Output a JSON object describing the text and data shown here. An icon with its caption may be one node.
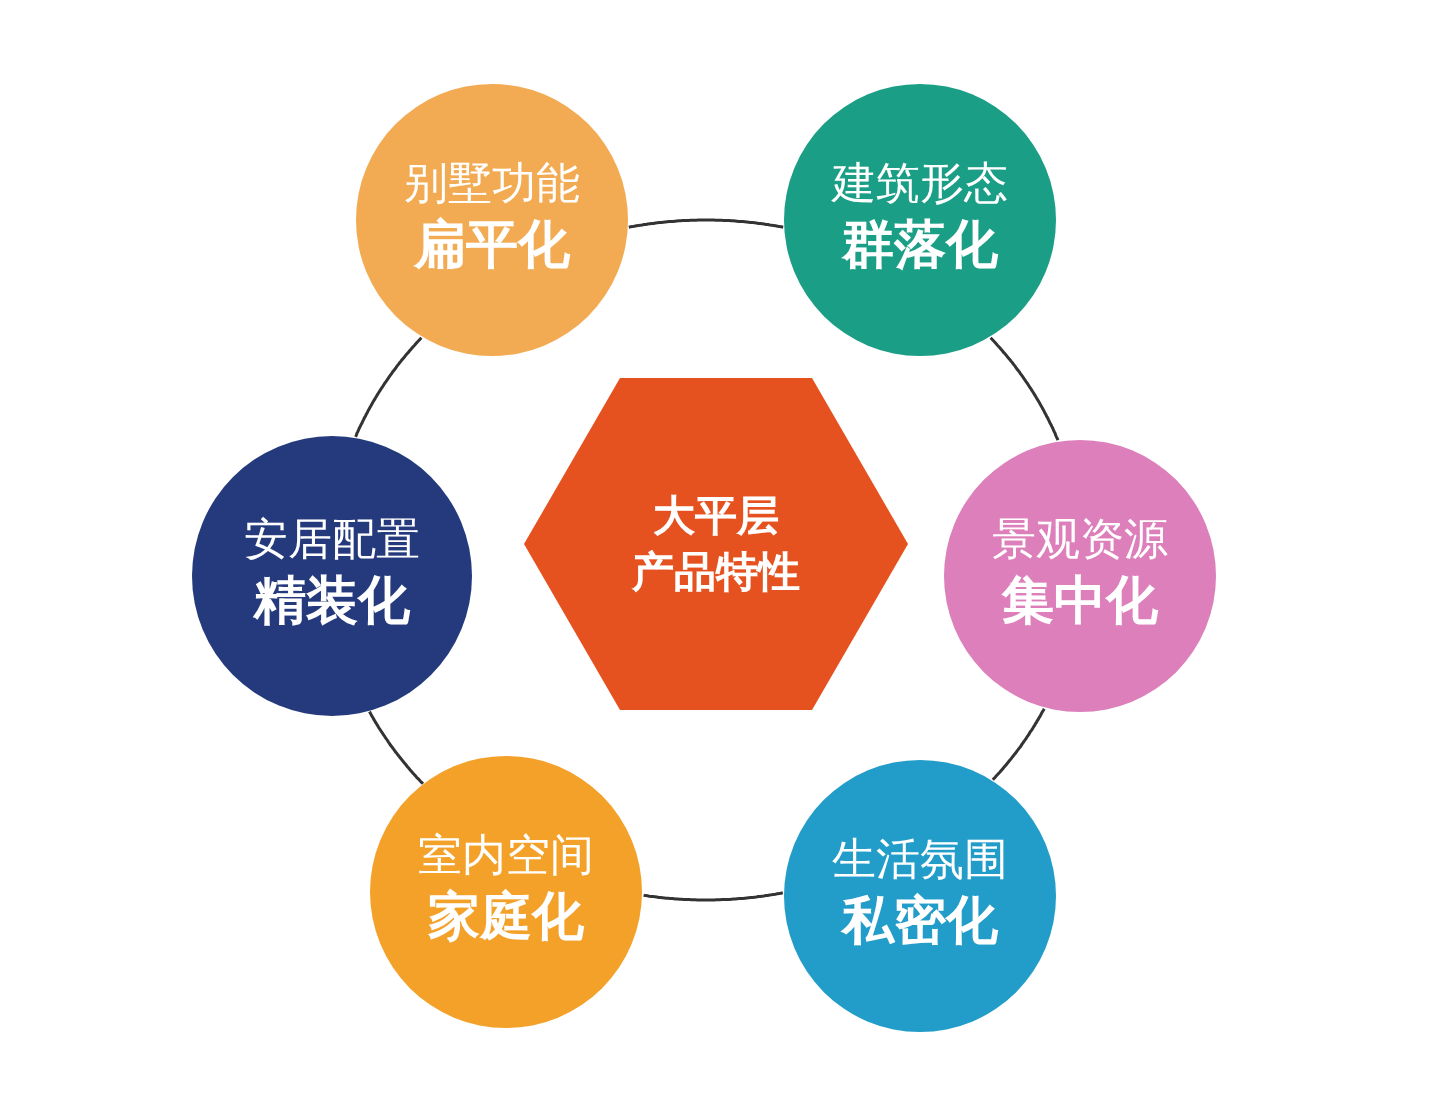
{
  "diagram": {
    "nodes": [
      {
        "text": [
          "别墅功能",
          "扁平化"
        ]
      },
      {
        "text": [
          "建筑形态",
          "群落化"
        ]
      },
      {
        "text": [
          "安居配置",
          "精装化"
        ]
      },
      {
        "text": [
          "大平层",
          "产品特性"
        ]
      },
      {
        "text": [
          "景观资源",
          "集中化"
        ]
      },
      {
        "text": [
          "室内空间",
          "家庭化"
        ]
      },
      {
        "text": [
          "生活氛围",
          "私密化"
        ]
      }
    ],
    "edges": [
      {
        "from": 0,
        "to": 1,
        "arrow": "none"
      },
      {
        "from": 1,
        "to": 4,
        "arrow": "none"
      },
      {
        "from": 4,
        "to": 6,
        "arrow": "none"
      },
      {
        "from": 6,
        "to": 5,
        "arrow": "none"
      },
      {
        "from": 5,
        "to": 2,
        "arrow": "none"
      },
      {
        "from": 2,
        "to": 0,
        "arrow": "none"
      }
    ]
  }
}
